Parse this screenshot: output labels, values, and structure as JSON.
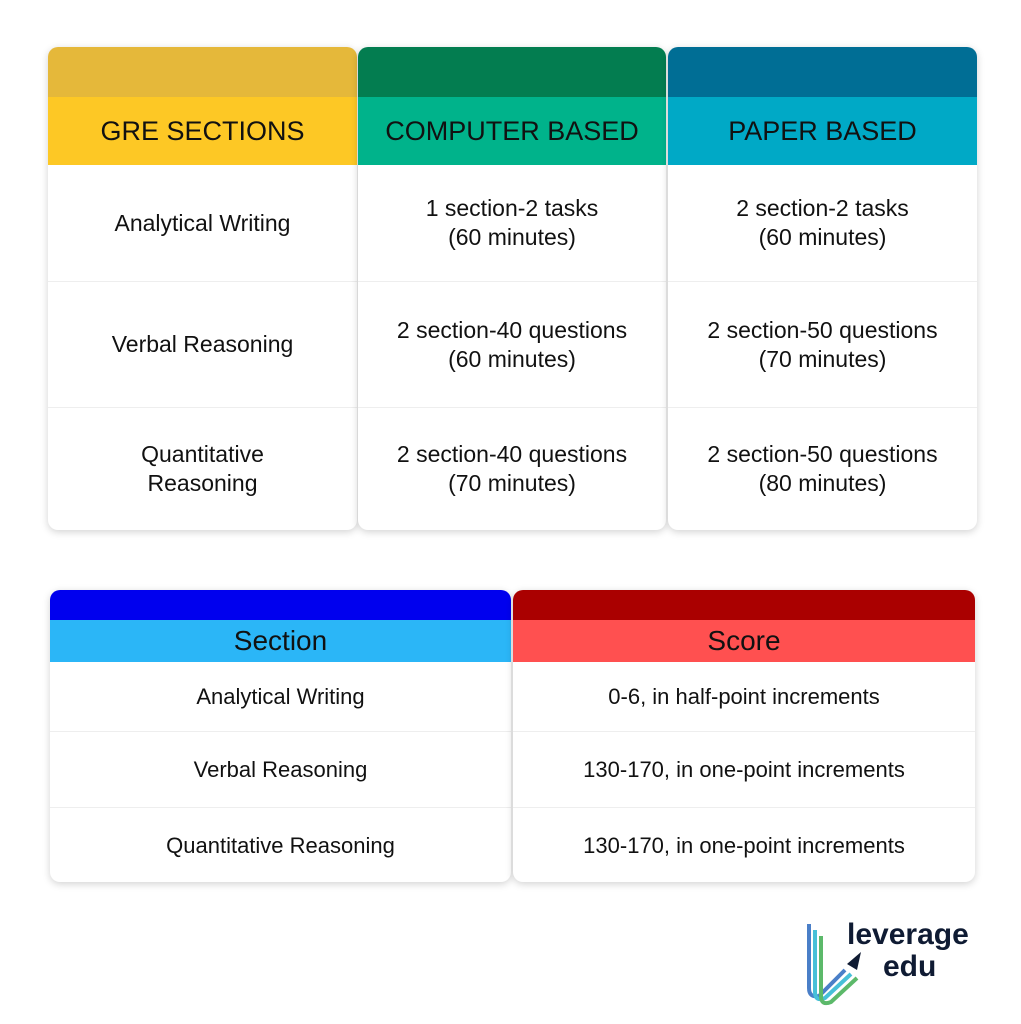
{
  "gre_table": {
    "columns": [
      {
        "header": "GRE SECTIONS",
        "dark": "#E5B83A",
        "light": "#FDC825",
        "cells": [
          "Analytical Writing",
          "Verbal Reasoning",
          "Quantitative\nReasoning"
        ]
      },
      {
        "header": "COMPUTER BASED",
        "dark": "#037D50",
        "light": "#00B38B",
        "cells": [
          "1 section-2 tasks\n(60 minutes)",
          "2 section-40 questions\n(60 minutes)",
          "2 section-40 questions\n(70 minutes)"
        ]
      },
      {
        "header": "PAPER BASED",
        "dark": "#006E95",
        "light": "#00A9C6",
        "cells": [
          "2 section-2 tasks\n(60 minutes)",
          "2 section-50 questions\n(70 minutes)",
          "2 section-50 questions\n(80 minutes)"
        ]
      }
    ]
  },
  "score_table": {
    "columns": [
      {
        "header": "Section",
        "dark": "#0000EE",
        "light": "#2BB6F7",
        "cells": [
          "Analytical Writing",
          "Verbal Reasoning",
          "Quantitative Reasoning"
        ]
      },
      {
        "header": "Score",
        "dark": "#AA0000",
        "light": "#FF5050",
        "cells": [
          "0-6, in half-point increments",
          "130-170, in one-point increments",
          "130-170, in one-point increments"
        ]
      }
    ]
  },
  "logo": {
    "line1": "leverage",
    "line2": "edu"
  }
}
